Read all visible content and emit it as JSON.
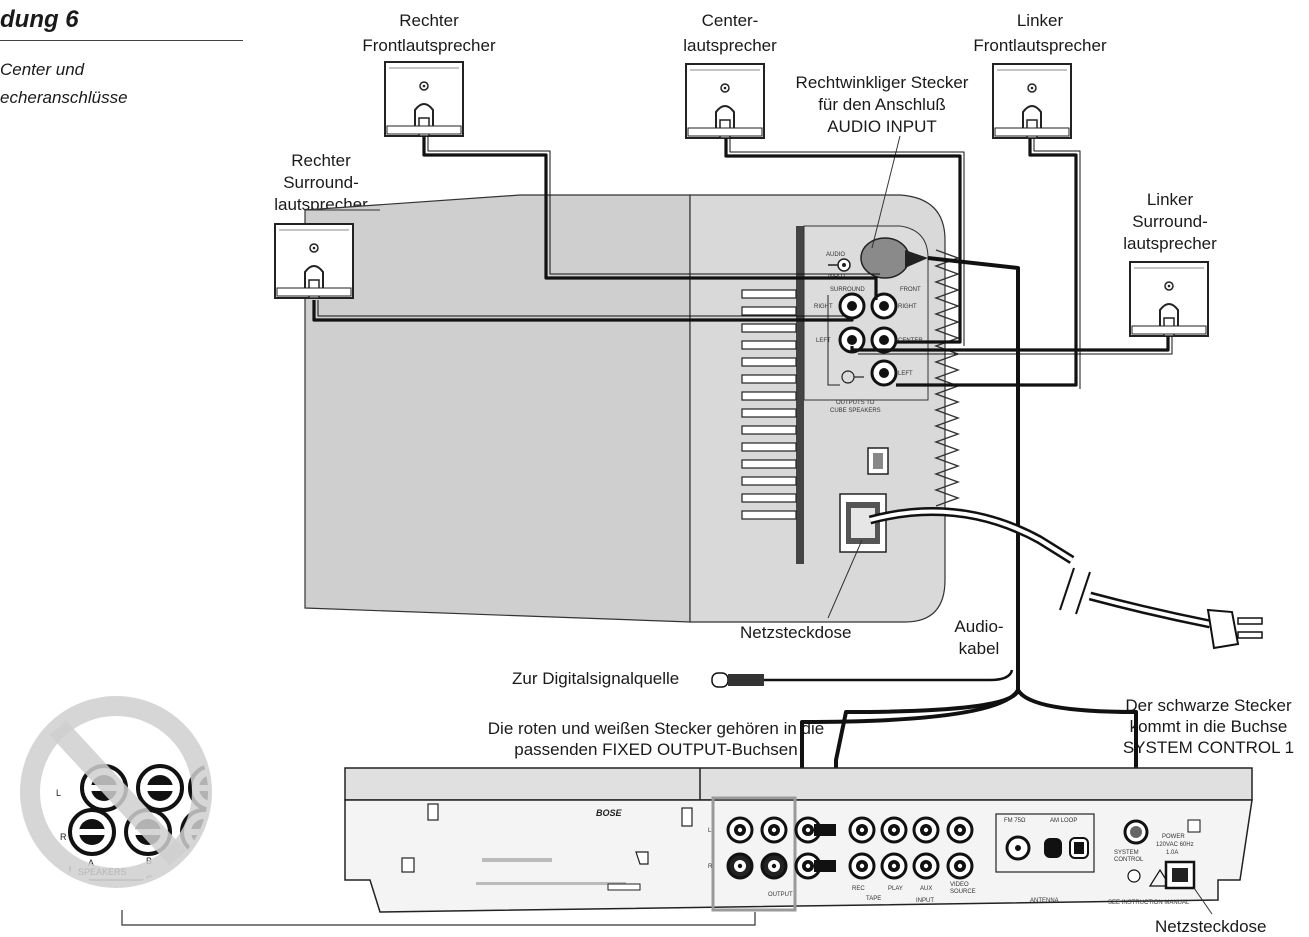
{
  "figure": {
    "title": "dung 6",
    "subtitle_lines": [
      "Center und",
      "echeranschlüsse"
    ]
  },
  "labels": {
    "right_front": [
      "Rechter",
      "Frontlautsprecher"
    ],
    "center": [
      "Center-",
      "lautsprecher"
    ],
    "left_front": [
      "Linker",
      "Frontlautsprecher"
    ],
    "right_angle_plug": [
      "Rechtwinkliger Stecker",
      "für den Anschluß",
      "AUDIO INPUT"
    ],
    "right_surround": [
      "Rechter",
      "Surround-",
      "lautsprecher"
    ],
    "left_surround": [
      "Linker",
      "Surround-",
      "lautsprecher"
    ],
    "power_socket_sub": "Netzsteckdose",
    "audio_cable": [
      "Audio-",
      "kabel"
    ],
    "digital_source": "Zur Digitalsignalquelle",
    "red_white_plugs": [
      "Die roten und weißen Stecker gehören in die",
      "passenden FIXED OUTPUT-Buchsen"
    ],
    "black_plug": [
      "Der schwarze Stecker",
      "kommt in die Buchse",
      "SYSTEM CONTROL 1"
    ],
    "power_socket_receiver": "Netzsteckdose"
  },
  "panel": {
    "audio_input": [
      "AUDIO",
      "INPUT"
    ],
    "surround": "SURROUND",
    "front": "FRONT",
    "right": "RIGHT",
    "left": "LEFT",
    "center": "CENTER",
    "outputs": [
      "OUTPUTS TO",
      "CUBE SPEAKERS"
    ]
  },
  "inset": {
    "l": "L",
    "r": "R",
    "a": "A",
    "b": "B",
    "speakers": "SPEAKERS",
    "output": "OUTP"
  },
  "receiver": {
    "brand": "BOSE",
    "fm": "FM 75Ω",
    "am": "AM LOOP",
    "antenna": "ANTENNA",
    "system_control": [
      "SYSTEM",
      "CONTROL"
    ],
    "power": [
      "POWER",
      "120VAC 60Hz",
      "1.0A"
    ],
    "tape": "TAPE",
    "input": "INPUT",
    "aux": "AUX",
    "video": [
      "VIDEO",
      "SOURCE"
    ],
    "rec": "REC",
    "play": "PLAY",
    "output": "OUTPUT",
    "see_manual": "SEE INSTRUCTION MANUAL"
  }
}
